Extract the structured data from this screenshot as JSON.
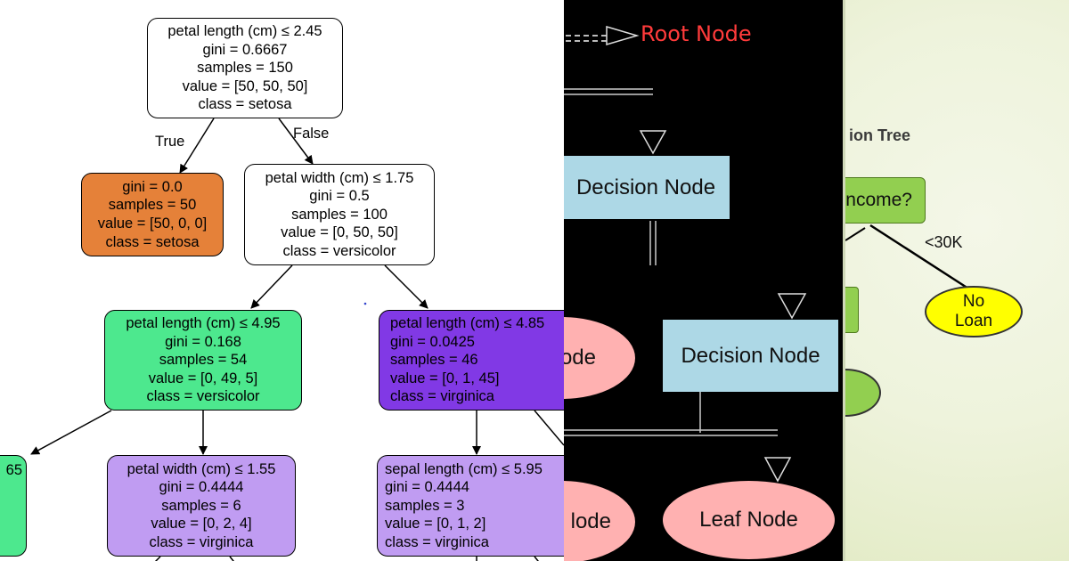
{
  "sklearn_tree": {
    "root": {
      "lines": [
        "petal length (cm) ≤ 2.45",
        "gini = 0.6667",
        "samples = 150",
        "value = [50, 50, 50]",
        "class = setosa"
      ],
      "color": "#ffffff"
    },
    "true_label": "True",
    "false_label": "False",
    "setosa_leaf": {
      "lines": [
        "gini = 0.0",
        "samples = 50",
        "value = [50, 0, 0]",
        "class = setosa"
      ],
      "color": "#e58139"
    },
    "petal_width_node": {
      "lines": [
        "petal width (cm) ≤ 1.75",
        "gini = 0.5",
        "samples = 100",
        "value = [0, 50, 50]",
        "class = versicolor"
      ],
      "color": "#ffffff"
    },
    "versicolor_node": {
      "lines": [
        "petal length (cm) ≤ 4.95",
        "gini = 0.168",
        "samples = 54",
        "value = [0, 49, 5]",
        "class = versicolor"
      ],
      "color": "#4de88e"
    },
    "virginica_node": {
      "lines": [
        "petal length (cm) ≤ 4.85",
        "gini = 0.0425",
        "samples = 46",
        "value = [0, 1, 45]",
        "class = virginica"
      ],
      "color": "#8139e5"
    },
    "partial_left_node": {
      "lines": [
        "65"
      ],
      "color": "#4de88e"
    },
    "petal_width_small_node": {
      "lines": [
        "petal width (cm) ≤ 1.55",
        "gini = 0.4444",
        "samples = 6",
        "value = [0, 2, 4]",
        "class = virginica"
      ],
      "color": "#c09cf2"
    },
    "sepal_length_node": {
      "lines": [
        "sepal length (cm) ≤ 5.95",
        "gini = 0.4444",
        "samples = 3",
        "value = [0, 1, 2]",
        "class = virginica"
      ],
      "color": "#c09cf2"
    }
  },
  "concept_tree": {
    "root_label": "Root Node",
    "decision_node_1": "Decision Node",
    "decision_node_2": "Decision Node",
    "leaf_partial_1": "ode",
    "leaf_partial_2": "lode",
    "leaf_node": "Leaf Node",
    "colors": {
      "decision": "#add8e6",
      "leaf": "#ffb1b1",
      "root_label": "#ff3b3b"
    }
  },
  "loan_tree": {
    "title_partial": "ion Tree",
    "income_partial": "ncome?",
    "edge_label": "<30K",
    "no_loan": [
      "No",
      "Loan"
    ],
    "colors": {
      "green": "#92cf50",
      "yellow": "#ffff00"
    }
  }
}
